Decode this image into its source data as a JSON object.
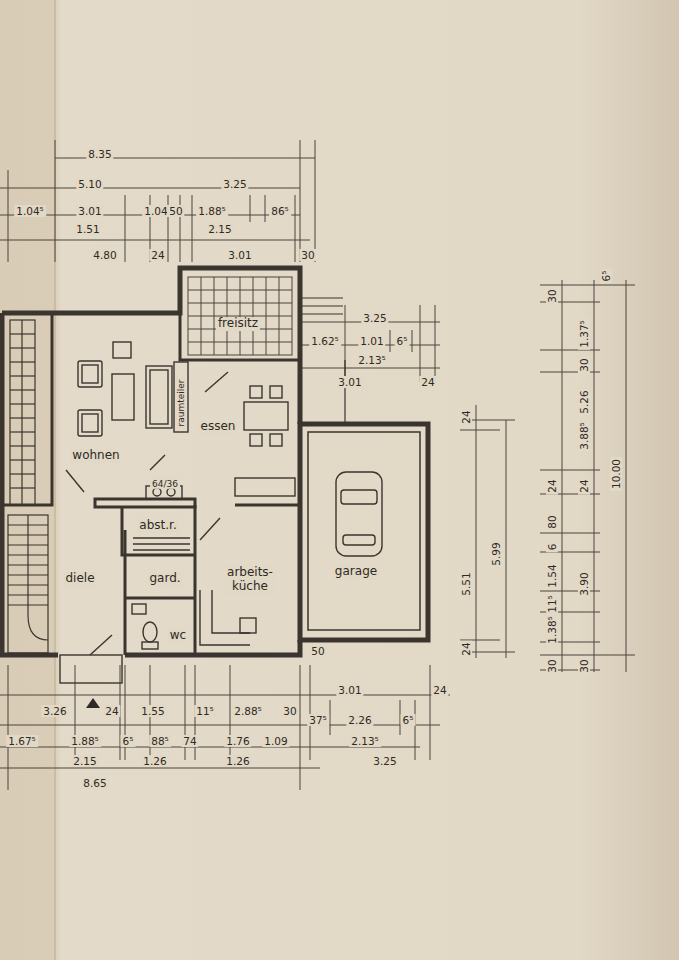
{
  "diagram": {
    "nodes": [
      {
        "text": [
          "freisitz"
        ]
      },
      {
        "text": [
          "wohnen"
        ]
      },
      {
        "text": [
          "essen"
        ]
      },
      {
        "text": [
          "abst.r."
        ]
      },
      {
        "text": [
          "diele"
        ]
      },
      {
        "text": [
          "gard."
        ]
      },
      {
        "text": [
          "arbeits- küche"
        ]
      },
      {
        "text": [
          "garage"
        ]
      },
      {
        "text": [
          "wc"
        ]
      }
    ],
    "labels": [
      "8.35",
      "5.10",
      "3.25",
      "1.04⁵",
      "3.01",
      "1.51",
      "1.04⁵",
      "50",
      "1.88⁵",
      "86⁵",
      "2.15",
      "4.80",
      "24",
      "3.01",
      "30",
      "3.25",
      "1.62⁵",
      "1.01",
      "6⁵",
      "2.13⁵",
      "3.01",
      "24",
      "24",
      "5.51",
      "5.99",
      "24",
      "30",
      "6⁵",
      "1.37⁵",
      "30",
      "5.26",
      "3.88⁵",
      "10.00",
      "24",
      "24",
      "80",
      "6",
      "1.54",
      "3.90",
      "11⁵",
      "1.38⁵",
      "30",
      "30",
      "3.26",
      "24",
      "1.55",
      "11⁵",
      "2.88⁵",
      "30",
      "3.01",
      "24",
      "37⁵",
      "2.26",
      "6⁵",
      "1.67⁵",
      "1.88⁵",
      "6⁵",
      "88⁵",
      "74",
      "1.76",
      "1.09",
      "2.13⁵",
      "2.15",
      "1.26",
      "1.26",
      "3.25",
      "8.65",
      "50",
      "raumteiler",
      "64/36"
    ]
  }
}
